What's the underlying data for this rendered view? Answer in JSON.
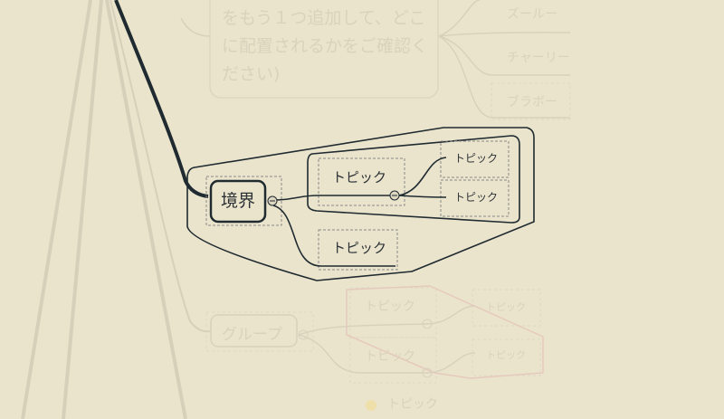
{
  "colors": {
    "background": "#ebe4cd",
    "focus_line": "#1f2b30",
    "faded_line": "#d8d2bd",
    "boundary_faded": "#e6c9bd"
  },
  "faded_note": {
    "lines": [
      "をもう１つ追加して、どこ",
      "に配置されるかをご確認く",
      "ださい)"
    ]
  },
  "faded_right_topics": [
    "ズールー",
    "チャーリー",
    "ブラボー"
  ],
  "boundary": {
    "central": "境界",
    "topics": [
      "トピック",
      "トピック",
      "トピック",
      "トピック"
    ]
  },
  "group": {
    "central": "グループ",
    "topics": [
      "トピック",
      "トピック",
      "トピック",
      "トピック"
    ],
    "footer_topic": "トピック",
    "footer_icon": "smiley-icon"
  }
}
